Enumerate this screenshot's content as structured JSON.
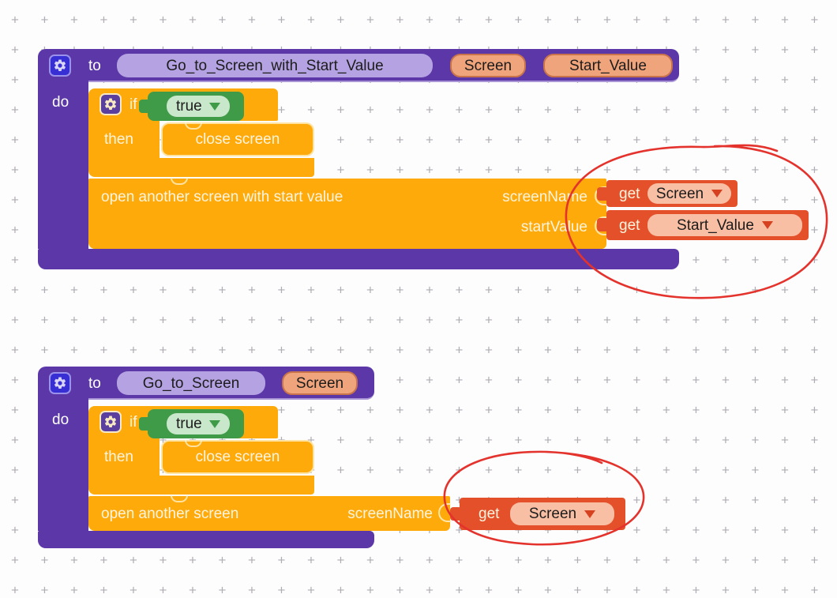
{
  "workspace": {
    "grid_glyph": "+",
    "annotation": {
      "description": "hand-drawn red circles around the get-variable blocks",
      "color": "#e3332c",
      "count": 2
    }
  },
  "colors": {
    "procedure_block": "#5b37a8",
    "procedure_name_field": "#b5a2e2",
    "parameter_chip": "#f0a47c",
    "control_block": "#feaa0b",
    "logic_block": "#3f9b47",
    "logic_field": "#c9e7cb",
    "variable_block": "#e4502a",
    "variable_field": "#f8bfa4",
    "mutator_gear": "#372fd3",
    "annotation_red": "#e3332c"
  },
  "proc1": {
    "to": "to",
    "name": "Go_to_Screen_with_Start_Value",
    "params": [
      "Screen",
      "Start_Value"
    ],
    "do": "do",
    "if": "if",
    "condition": "true",
    "then": "then",
    "close": "close screen",
    "open_label": "open another screen with start value",
    "arg1_label": "screenName",
    "arg1_get": "get",
    "arg1_value": "Screen",
    "arg2_label": "startValue",
    "arg2_get": "get",
    "arg2_value": "Start_Value"
  },
  "proc2": {
    "to": "to",
    "name": "Go_to_Screen",
    "params": [
      "Screen"
    ],
    "do": "do",
    "if": "if",
    "condition": "true",
    "then": "then",
    "close": "close screen",
    "open_label": "open another screen",
    "arg1_label": "screenName",
    "arg1_get": "get",
    "arg1_value": "Screen"
  }
}
